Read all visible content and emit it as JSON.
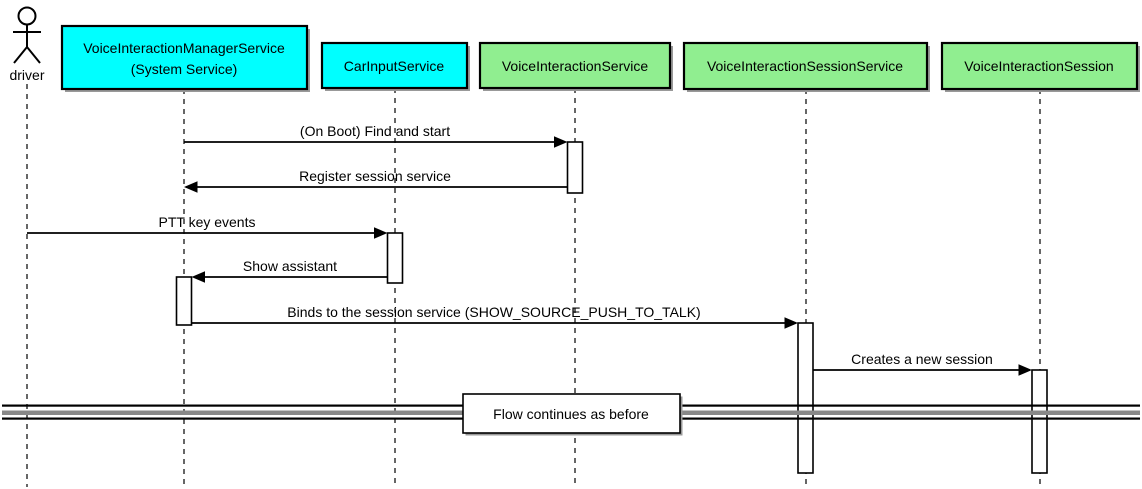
{
  "diagram_type": "uml-sequence-diagram",
  "actor": {
    "label": "driver"
  },
  "participants": [
    {
      "name": "VoiceInteractionManagerService",
      "sublabel": "(System Service)",
      "fill": "#00FFFF"
    },
    {
      "name": "CarInputService",
      "fill": "#00FFFF"
    },
    {
      "name": "VoiceInteractionService",
      "fill": "#90EE90"
    },
    {
      "name": "VoiceInteractionSessionService",
      "fill": "#90EE90"
    },
    {
      "name": "VoiceInteractionSession",
      "fill": "#90EE90"
    }
  ],
  "messages": [
    {
      "label": "(On Boot) Find and start",
      "from": "VoiceInteractionManagerService",
      "to": "VoiceInteractionService",
      "direction": "right"
    },
    {
      "label": "Register session service",
      "from": "VoiceInteractionService",
      "to": "VoiceInteractionManagerService",
      "direction": "left"
    },
    {
      "label": "PTT key events",
      "from": "driver",
      "to": "CarInputService",
      "direction": "right"
    },
    {
      "label": "Show assistant",
      "from": "CarInputService",
      "to": "VoiceInteractionManagerService",
      "direction": "left"
    },
    {
      "label": "Binds to the session service (SHOW_SOURCE_PUSH_TO_TALK)",
      "from": "VoiceInteractionManagerService",
      "to": "VoiceInteractionSessionService",
      "direction": "right"
    },
    {
      "label": "Creates a new session",
      "from": "VoiceInteractionSessionService",
      "to": "VoiceInteractionSession",
      "direction": "right"
    }
  ],
  "divider": {
    "label": "Flow continues as before"
  },
  "colors": {
    "participant_cyan": "#00FFFF",
    "participant_green": "#90EE90",
    "border": "#000000",
    "background": "#FFFFFF",
    "shadow": "#999999"
  }
}
